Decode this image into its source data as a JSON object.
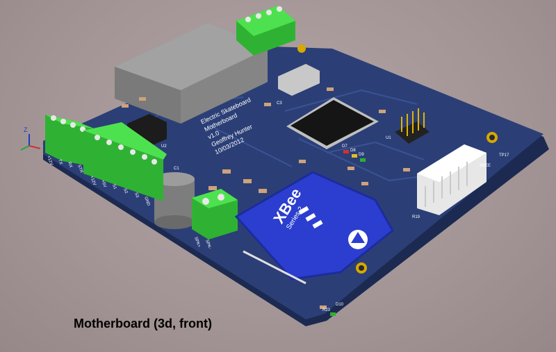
{
  "caption": "Motherboard (3d, front)",
  "silkscreen": {
    "title_lines": [
      "Electric Skateboard",
      "Motherboard",
      "v1.0",
      "Geoffrey Hunter",
      "10/03/2012"
    ],
    "terminal_left_labels": [
      "+12V",
      "TX",
      "RX",
      "STR"
    ],
    "terminal_mid_labels": [
      "+12V",
      "+5V",
      "S1",
      "S2",
      "S3",
      "GND"
    ],
    "speaker_labels": [
      "SPK+",
      "SPK-"
    ],
    "refs": [
      "U1",
      "U2",
      "C1",
      "C3",
      "R19",
      "TP17",
      "D10",
      "R23",
      "XBEE",
      "D7",
      "D8",
      "D9"
    ]
  },
  "xbee": {
    "brand": "XBee",
    "series": "Series 2"
  },
  "axis": {
    "label": "Z"
  },
  "colors": {
    "board": "#2a3e74",
    "terminal": "#37d43a",
    "xbee": "#2c3fd0",
    "relay": "#8b8b8b",
    "header_white": "#f2f2f2"
  }
}
